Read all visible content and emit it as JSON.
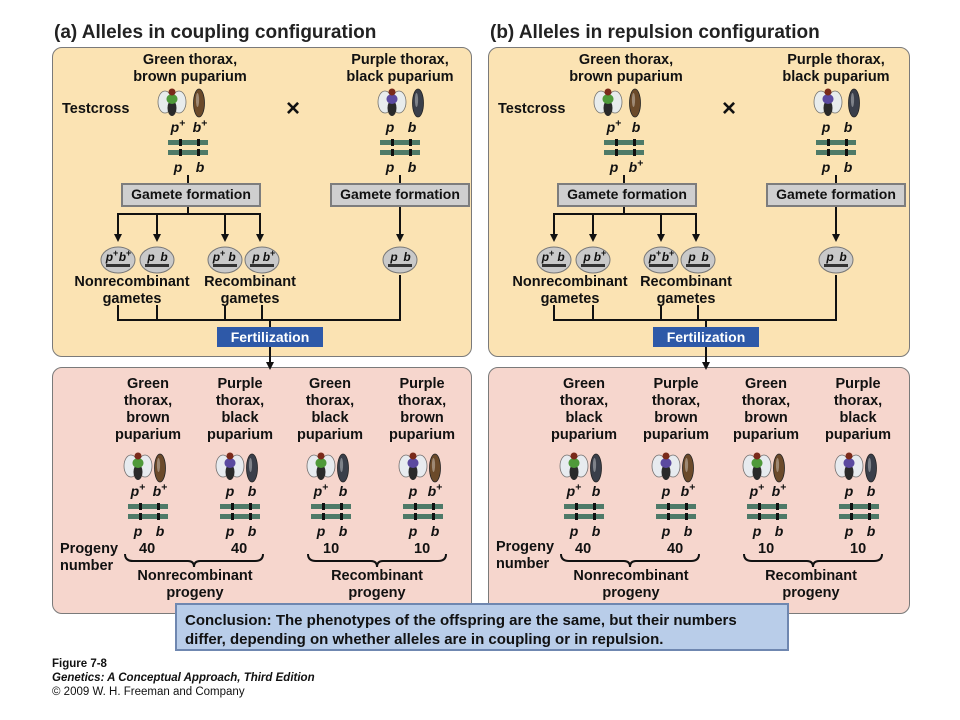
{
  "panel_a": {
    "title": "(a)  Alleles in coupling configuration",
    "testcross": "Testcross",
    "cross_symbol": "×",
    "parent1_label_1": "Green thorax,",
    "parent1_label_2": "brown puparium",
    "parent2_label_1": "Purple thorax,",
    "parent2_label_2": "black puparium",
    "parent1_top": [
      "p+",
      "b+"
    ],
    "parent1_bottom": [
      "p",
      "b"
    ],
    "parent2_top": [
      "p",
      "b"
    ],
    "parent2_bottom": [
      "p",
      "b"
    ],
    "gamete_formation": "Gamete formation",
    "gametes": [
      [
        "p+",
        "b+"
      ],
      [
        "p",
        "b"
      ],
      [
        "p+",
        "b"
      ],
      [
        "p",
        "b+"
      ]
    ],
    "gamete_p2": [
      "p",
      "b"
    ],
    "nonrecomb_gametes_1": "Nonrecombinant",
    "nonrecomb_gametes_2": "gametes",
    "recomb_gametes_1": "Recombinant",
    "recomb_gametes_2": "gametes",
    "fertilization": "Fertilization",
    "progeny": [
      {
        "label": [
          "Green",
          "thorax,",
          "brown",
          "puparium"
        ],
        "top": [
          "p+",
          "b+"
        ],
        "bottom": [
          "p",
          "b"
        ],
        "number": "40",
        "thorax": "green",
        "pup": "brown"
      },
      {
        "label": [
          "Purple",
          "thorax,",
          "black",
          "puparium"
        ],
        "top": [
          "p",
          "b"
        ],
        "bottom": [
          "p",
          "b"
        ],
        "number": "40",
        "thorax": "purple",
        "pup": "black"
      },
      {
        "label": [
          "Green",
          "thorax,",
          "black",
          "puparium"
        ],
        "top": [
          "p+",
          "b"
        ],
        "bottom": [
          "p",
          "b"
        ],
        "number": "10",
        "thorax": "green",
        "pup": "black"
      },
      {
        "label": [
          "Purple",
          "thorax,",
          "brown",
          "puparium"
        ],
        "top": [
          "p",
          "b+"
        ],
        "bottom": [
          "p",
          "b"
        ],
        "number": "10",
        "thorax": "purple",
        "pup": "brown"
      }
    ],
    "progeny_number_1": "Progeny",
    "progeny_number_2": "number",
    "nonrecomb_progeny_1": "Nonrecombinant",
    "nonrecomb_progeny_2": "progeny",
    "recomb_progeny_1": "Recombinant",
    "recomb_progeny_2": "progeny"
  },
  "panel_b": {
    "title": "(b)  Alleles in repulsion configuration",
    "testcross": "Testcross",
    "cross_symbol": "×",
    "parent1_label_1": "Green thorax,",
    "parent1_label_2": "brown puparium",
    "parent2_label_1": "Purple thorax,",
    "parent2_label_2": "black puparium",
    "parent1_top": [
      "p+",
      "b"
    ],
    "parent1_bottom": [
      "p",
      "b+"
    ],
    "parent2_top": [
      "p",
      "b"
    ],
    "parent2_bottom": [
      "p",
      "b"
    ],
    "gamete_formation": "Gamete formation",
    "gametes": [
      [
        "p+",
        "b"
      ],
      [
        "p",
        "b+"
      ],
      [
        "p+",
        "b+"
      ],
      [
        "p",
        "b"
      ]
    ],
    "gamete_p2": [
      "p",
      "b"
    ],
    "nonrecomb_gametes_1": "Nonrecombinant",
    "nonrecomb_gametes_2": "gametes",
    "recomb_gametes_1": "Recombinant",
    "recomb_gametes_2": "gametes",
    "fertilization": "Fertilization",
    "progeny": [
      {
        "label": [
          "Green",
          "thorax,",
          "black",
          "puparium"
        ],
        "top": [
          "p+",
          "b"
        ],
        "bottom": [
          "p",
          "b"
        ],
        "number": "40",
        "thorax": "green",
        "pup": "black"
      },
      {
        "label": [
          "Purple",
          "thorax,",
          "brown",
          "puparium"
        ],
        "top": [
          "p",
          "b+"
        ],
        "bottom": [
          "p",
          "b"
        ],
        "number": "40",
        "thorax": "purple",
        "pup": "brown"
      },
      {
        "label": [
          "Green",
          "thorax,",
          "brown",
          "puparium"
        ],
        "top": [
          "p+",
          "b+"
        ],
        "bottom": [
          "p",
          "b"
        ],
        "number": "10",
        "thorax": "green",
        "pup": "brown"
      },
      {
        "label": [
          "Purple",
          "thorax,",
          "black",
          "puparium"
        ],
        "top": [
          "p",
          "b"
        ],
        "bottom": [
          "p",
          "b"
        ],
        "number": "10",
        "thorax": "purple",
        "pup": "black"
      }
    ],
    "progeny_number_1": "Progeny",
    "progeny_number_2": "number",
    "nonrecomb_progeny_1": "Nonrecombinant",
    "nonrecomb_progeny_2": "progeny",
    "recomb_progeny_1": "Recombinant",
    "recomb_progeny_2": "progeny"
  },
  "conclusion": {
    "bold": "Conclusion:",
    "text_1": "The phenotypes of the offspring are the same, but their numbers",
    "text_2": "differ, depending on whether alleles are in coupling or in repulsion."
  },
  "caption": {
    "figure": "Figure 7-8",
    "book": "Genetics: A Conceptual Approach, Third Edition",
    "copyright": "© 2009 W. H. Freeman and Company"
  },
  "colors": {
    "top_panel": "#fbe3b3",
    "bottom_panel": "#f6d6cd",
    "chromosome": "#4e7a68",
    "fertilization": "#2e59a8",
    "conclusion": "#b9cde9",
    "green_thorax": "#4f9a3a",
    "purple_thorax": "#5b4aa0",
    "brown_puparium": "#6b4a2a",
    "black_puparium": "#3a3f4a"
  }
}
